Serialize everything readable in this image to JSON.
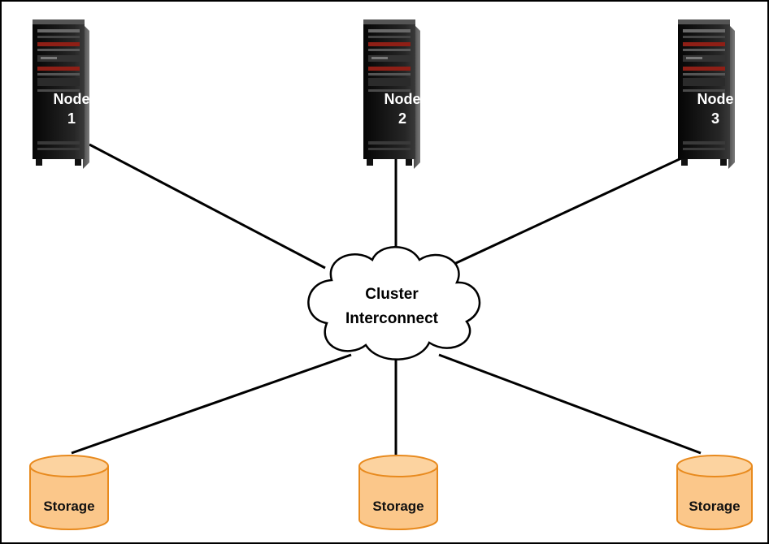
{
  "nodes": [
    {
      "name": "Node",
      "number": "1"
    },
    {
      "name": "Node",
      "number": "2"
    },
    {
      "name": "Node",
      "number": "3"
    }
  ],
  "interconnect": {
    "line1": "Cluster",
    "line2": "Interconnect"
  },
  "storage": [
    {
      "label": "Storage"
    },
    {
      "label": "Storage"
    },
    {
      "label": "Storage"
    }
  ],
  "colors": {
    "storage_fill": "#FBC78A",
    "storage_top": "#FCD3A0",
    "storage_stroke": "#E88A1E",
    "server_body": "#1a1a1a",
    "server_accent": "#8f1f16",
    "cloud_fill": "#ffffff"
  }
}
